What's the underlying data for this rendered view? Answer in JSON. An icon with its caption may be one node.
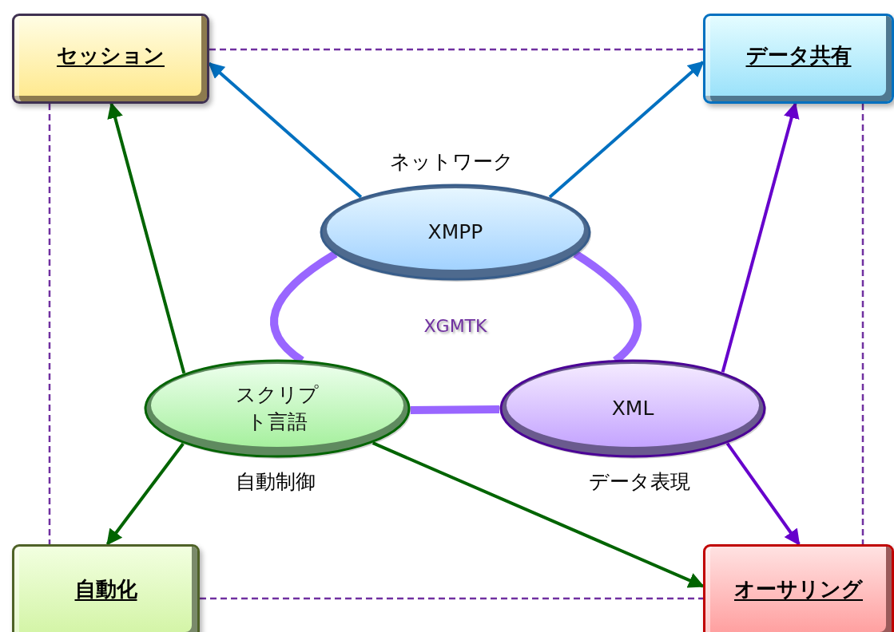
{
  "diagram": {
    "nodes": [
      {
        "text": [
          "セッション"
        ]
      },
      {
        "text": [
          "データ共有"
        ]
      },
      {
        "text": [
          "XMPP"
        ],
        "beside": [
          "ネットワーク"
        ]
      },
      {
        "text": [
          "スクリプト言語"
        ],
        "beside": [
          "自動制御"
        ]
      },
      {
        "text": [
          "XML"
        ],
        "beside": [
          "データ表現"
        ]
      },
      {
        "text": [
          "自動化"
        ]
      },
      {
        "text": [
          "オーサリング"
        ]
      }
    ],
    "edges": [
      {
        "from": 0,
        "to": 1,
        "arrow": "none",
        "style": "dashed",
        "color": "#7030a0"
      },
      {
        "from": 0,
        "to": 5,
        "arrow": "none",
        "style": "dashed",
        "color": "#7030a0"
      },
      {
        "from": 1,
        "to": 6,
        "arrow": "none",
        "style": "dashed",
        "color": "#7030a0"
      },
      {
        "from": 5,
        "to": 6,
        "arrow": "none",
        "style": "dashed",
        "color": "#7030a0"
      },
      {
        "from": 2,
        "to": 0,
        "arrow": "to",
        "color": "#0070c0"
      },
      {
        "from": 2,
        "to": 1,
        "arrow": "to",
        "color": "#0070c0"
      },
      {
        "from": 3,
        "to": 0,
        "arrow": "to",
        "color": "#006400"
      },
      {
        "from": 3,
        "to": 5,
        "arrow": "to",
        "color": "#006400"
      },
      {
        "from": 3,
        "to": 6,
        "arrow": "to",
        "color": "#006400"
      },
      {
        "from": 4,
        "to": 1,
        "arrow": "to",
        "color": "#6600cc"
      },
      {
        "from": 4,
        "to": 6,
        "arrow": "to",
        "color": "#6600cc"
      },
      {
        "from": 2,
        "to": 3,
        "arrow": "none",
        "style": "thick",
        "color": "#9966ff"
      },
      {
        "from": 2,
        "to": 4,
        "arrow": "none",
        "style": "thick",
        "color": "#9966ff"
      },
      {
        "from": 3,
        "to": 4,
        "arrow": "none",
        "style": "thick",
        "color": "#9966ff"
      }
    ],
    "labels": [
      "XGMTK"
    ]
  }
}
